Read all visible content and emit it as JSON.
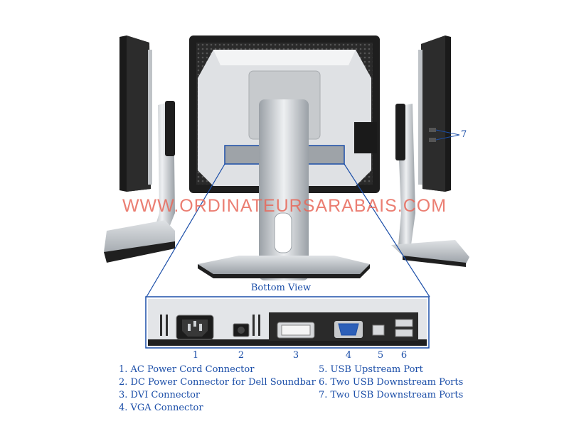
{
  "watermark": "WWW.ORDINATEURSARABAIS.COM",
  "bottom_view": {
    "title": "Bottom View"
  },
  "callout_side": "7",
  "port_numbers": [
    "1",
    "2",
    "3",
    "4",
    "5",
    "6"
  ],
  "legend": {
    "left": [
      "1. AC Power Cord Connector",
      "2. DC Power Connector for Dell Soundbar",
      "3. DVI Connector",
      "4. VGA Connector"
    ],
    "right": [
      "5. USB Upstream Port",
      "6. Two USB Downstream Ports",
      "7. Two USB Downstream Ports"
    ]
  },
  "colors": {
    "accent": "#1b4ea8",
    "watermark": "#e8685a",
    "bezel": "#1c1c1c",
    "silver": "#c9ccd1"
  }
}
